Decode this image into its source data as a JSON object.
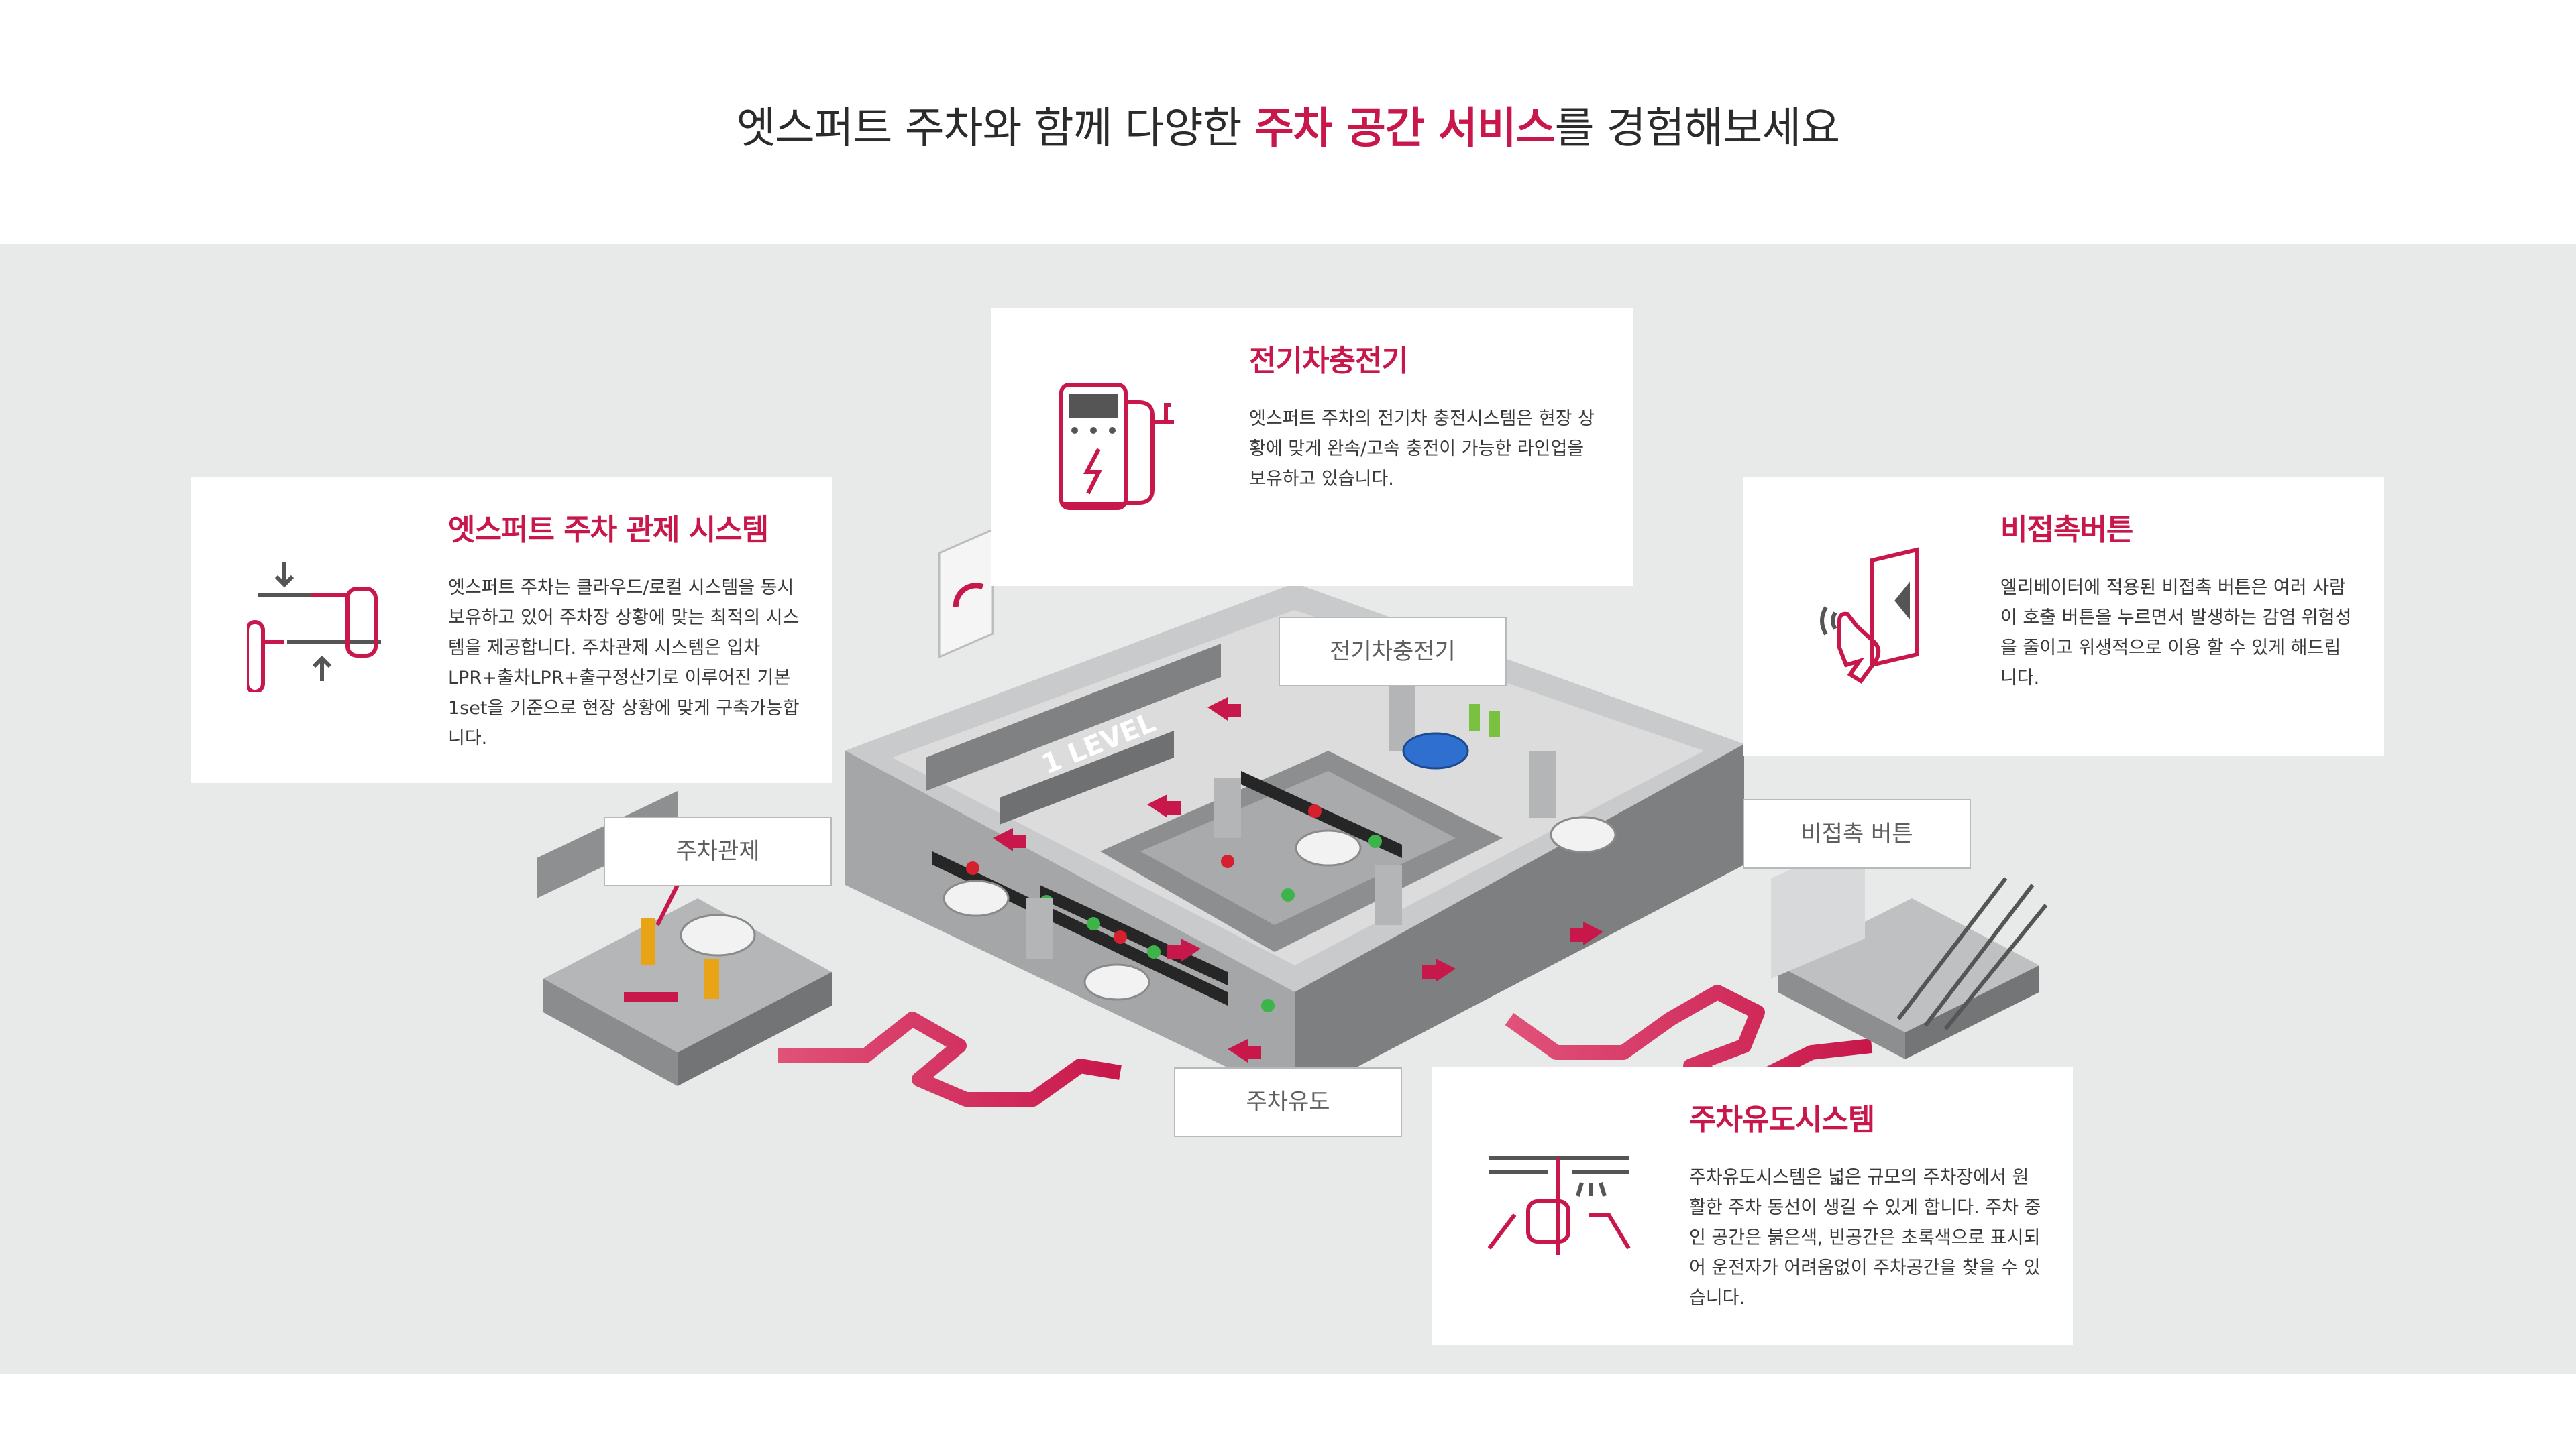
{
  "headline": {
    "prefix": "엣스퍼트 주차와 함께 다양한 ",
    "accent": "주차 공간 서비스",
    "suffix": "를 경험해보세요"
  },
  "cards": {
    "control": {
      "title": "엣스퍼트 주차 관제 시스템",
      "lines": [
        "엣스퍼트 주차는 클라우드/로컬 시스템을 동시",
        "보유하고 있어 주차장 상황에 맞는 최적의 시스",
        "템을 제공합니다. 주차관제 시스템은 입차",
        "LPR+출차LPR+출구정산기로 이루어진 기본",
        "1set을 기준으로 현장 상황에 맞게 구축가능합",
        "니다."
      ]
    },
    "ev": {
      "title": "전기차충전기",
      "lines": [
        "엣스퍼트 주차의 전기차 충전시스템은 현장 상",
        "황에 맞게 완속/고속 충전이 가능한 라인업을",
        "보유하고 있습니다."
      ]
    },
    "touchless": {
      "title": "비접촉버튼",
      "lines": [
        "엘리베이터에 적용된 비접촉 버튼은 여러 사람",
        "이 호출 버튼을 누르면서 발생하는 감염 위험성",
        "을 줄이고 위생적으로 이용 할 수 있게 해드립",
        "니다."
      ]
    },
    "guide": {
      "title": "주차유도시스템",
      "lines": [
        "주차유도시스템은 넓은 규모의 주차장에서 원",
        "활한 주차 동선이 생길 수 있게 합니다. 주차 중",
        "인 공간은 붉은색, 빈공간은 초록색으로 표시되",
        "어 운전자가 어려움없이 주차공간을 찾을 수 있",
        "습니다."
      ]
    }
  },
  "tags": {
    "control": "주차관제",
    "ev": "전기차충전기",
    "touchless": "비접촉 버튼",
    "guide": "주차유도"
  },
  "scene": {
    "level_label": "1 LEVEL"
  },
  "colors": {
    "accent": "#c8174a",
    "accent_light": "#e0527a",
    "background": "#e8e9e9",
    "occupied": "#d6202f",
    "vacant": "#3cb44a",
    "ev_car": "#2f6fd0",
    "ev_charger": "#7ac142"
  },
  "icons": [
    "ev-charger-icon",
    "parking-control-icon",
    "touchless-button-icon",
    "parking-guide-icon"
  ]
}
